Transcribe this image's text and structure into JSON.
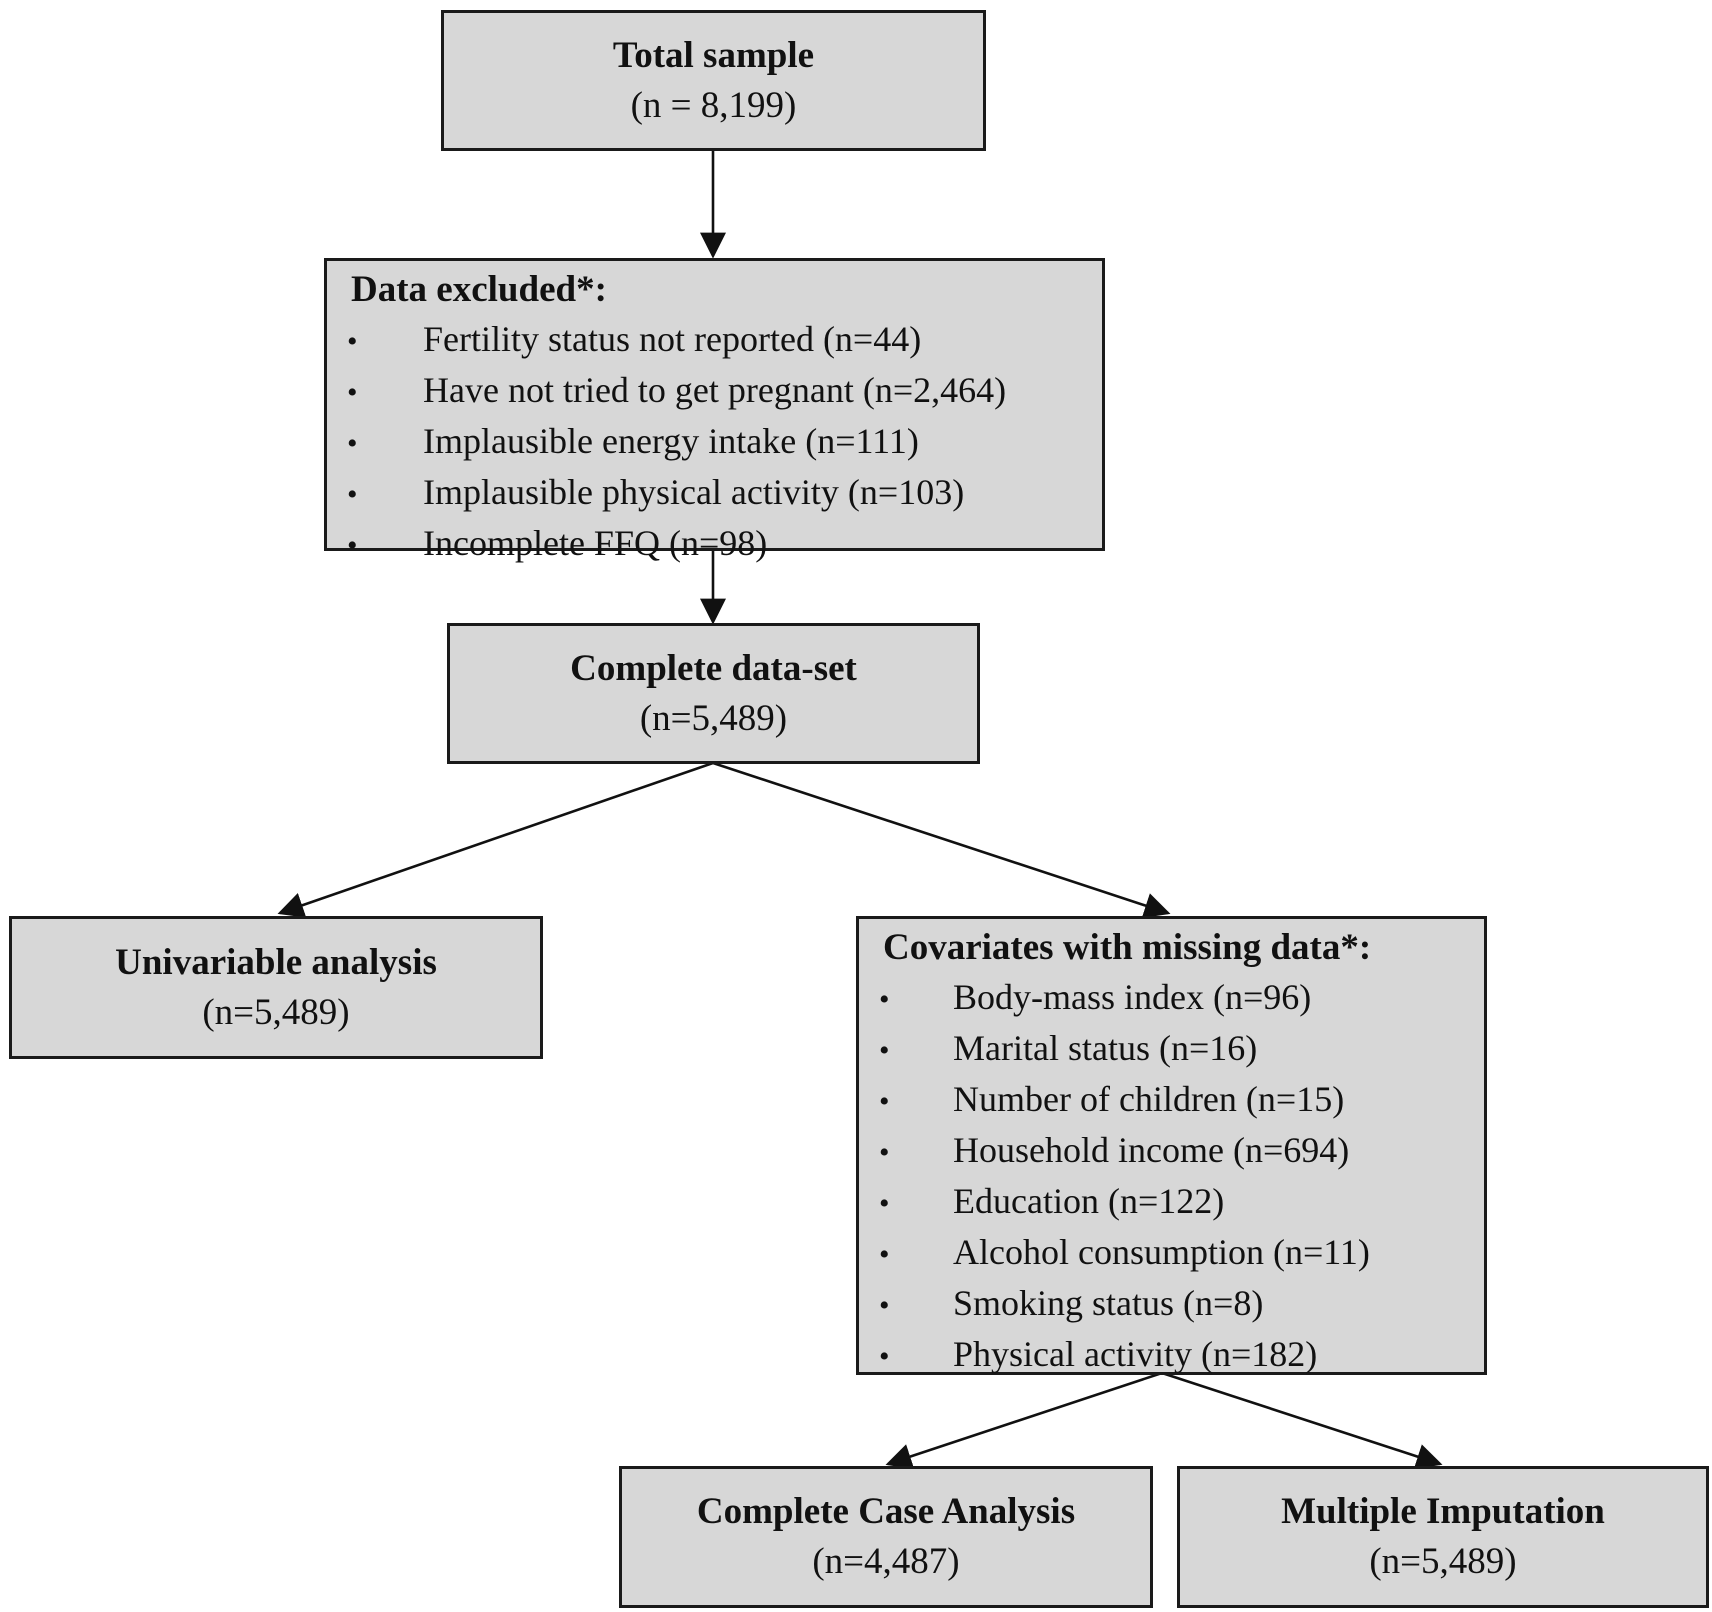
{
  "total": {
    "title": "Total sample",
    "count": "(n = 8,199)"
  },
  "excluded": {
    "title": "Data excluded*:",
    "items": [
      "Fertility status not reported (n=44)",
      "Have not tried to get pregnant (n=2,464)",
      "Implausible energy intake (n=111)",
      "Implausible physical activity (n=103)",
      "Incomplete FFQ (n=98)"
    ]
  },
  "complete": {
    "title": "Complete data-set",
    "count": "(n=5,489)"
  },
  "univariable": {
    "title": "Univariable analysis",
    "count": "(n=5,489)"
  },
  "covariates": {
    "title": "Covariates with missing data*:",
    "items": [
      "Body-mass index (n=96)",
      "Marital status (n=16)",
      "Number of children (n=15)",
      "Household income (n=694)",
      "Education (n=122)",
      "Alcohol consumption (n=11)",
      "Smoking status (n=8)",
      "Physical activity (n=182)"
    ]
  },
  "cca": {
    "title": "Complete Case Analysis",
    "count": "(n=4,487)"
  },
  "mi": {
    "title": "Multiple Imputation",
    "count": "(n=5,489)"
  },
  "bullet_glyph": "•"
}
